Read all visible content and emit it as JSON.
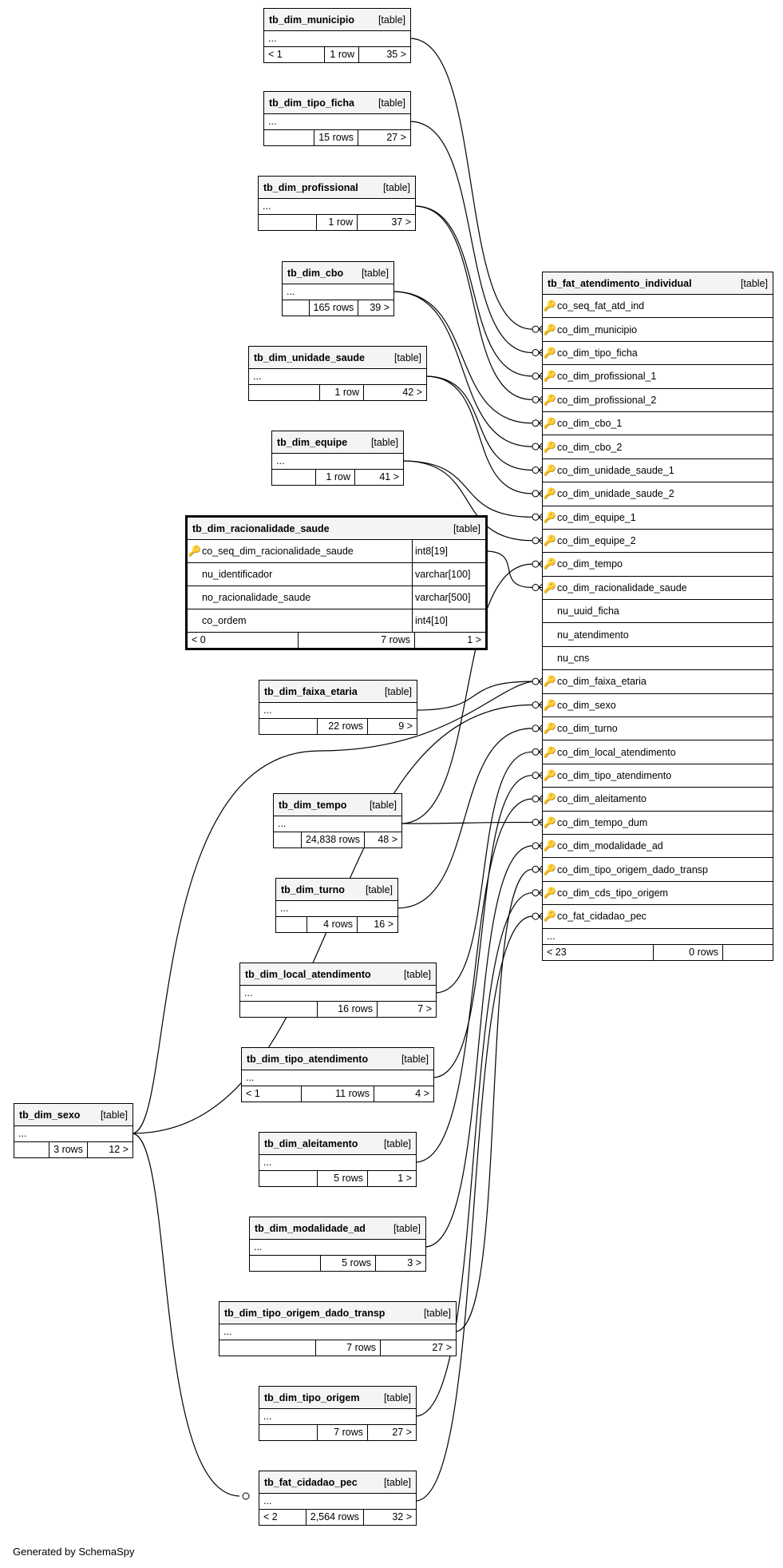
{
  "tables": [
    {
      "id": "municipio",
      "name": "tb_dim_municipio",
      "kind": "[table]",
      "dots": "...",
      "parents": "< 1",
      "rows": "1 row",
      "children": "35 >"
    },
    {
      "id": "tipo_ficha",
      "name": "tb_dim_tipo_ficha",
      "kind": "[table]",
      "dots": "...",
      "parents": "",
      "rows": "15 rows",
      "children": "27 >"
    },
    {
      "id": "profissional",
      "name": "tb_dim_profissional",
      "kind": "[table]",
      "dots": "...",
      "parents": "",
      "rows": "1 row",
      "children": "37 >"
    },
    {
      "id": "cbo",
      "name": "tb_dim_cbo",
      "kind": "[table]",
      "dots": "...",
      "parents": "",
      "rows": "165 rows",
      "children": "39 >"
    },
    {
      "id": "unidade_saude",
      "name": "tb_dim_unidade_saude",
      "kind": "[table]",
      "dots": "...",
      "parents": "",
      "rows": "1 row",
      "children": "42 >"
    },
    {
      "id": "equipe",
      "name": "tb_dim_equipe",
      "kind": "[table]",
      "dots": "...",
      "parents": "",
      "rows": "1 row",
      "children": "41 >"
    },
    {
      "id": "faixa_etaria",
      "name": "tb_dim_faixa_etaria",
      "kind": "[table]",
      "dots": "...",
      "parents": "",
      "rows": "22 rows",
      "children": "9 >"
    },
    {
      "id": "tempo",
      "name": "tb_dim_tempo",
      "kind": "[table]",
      "dots": "...",
      "parents": "",
      "rows": "24,838 rows",
      "children": "48 >"
    },
    {
      "id": "turno",
      "name": "tb_dim_turno",
      "kind": "[table]",
      "dots": "...",
      "parents": "",
      "rows": "4 rows",
      "children": "16 >"
    },
    {
      "id": "local_atendimento",
      "name": "tb_dim_local_atendimento",
      "kind": "[table]",
      "dots": "...",
      "parents": "",
      "rows": "16 rows",
      "children": "7 >"
    },
    {
      "id": "tipo_atendimento",
      "name": "tb_dim_tipo_atendimento",
      "kind": "[table]",
      "dots": "...",
      "parents": "< 1",
      "rows": "11 rows",
      "children": "4 >"
    },
    {
      "id": "aleitamento",
      "name": "tb_dim_aleitamento",
      "kind": "[table]",
      "dots": "...",
      "parents": "",
      "rows": "5 rows",
      "children": "1 >"
    },
    {
      "id": "modalidade_ad",
      "name": "tb_dim_modalidade_ad",
      "kind": "[table]",
      "dots": "...",
      "parents": "",
      "rows": "5 rows",
      "children": "3 >"
    },
    {
      "id": "tipo_origem_dado_transp",
      "name": "tb_dim_tipo_origem_dado_transp",
      "kind": "[table]",
      "dots": "...",
      "parents": "",
      "rows": "7 rows",
      "children": "27 >"
    },
    {
      "id": "tipo_origem",
      "name": "tb_dim_tipo_origem",
      "kind": "[table]",
      "dots": "...",
      "parents": "",
      "rows": "7 rows",
      "children": "27 >"
    },
    {
      "id": "cidadao_pec",
      "name": "tb_fat_cidadao_pec",
      "kind": "[table]",
      "dots": "...",
      "parents": "< 2",
      "rows": "2,564 rows",
      "children": "32 >"
    },
    {
      "id": "sexo",
      "name": "tb_dim_sexo",
      "kind": "[table]",
      "dots": "...",
      "parents": "",
      "rows": "3 rows",
      "children": "12 >"
    }
  ],
  "focus_table": {
    "name": "tb_dim_racionalidade_saude",
    "kind": "[table]",
    "columns": [
      {
        "key": "pk",
        "name": "co_seq_dim_racionalidade_saude",
        "type": "int8[19]"
      },
      {
        "key": "",
        "name": "nu_identificador",
        "type": "varchar[100]"
      },
      {
        "key": "",
        "name": "no_racionalidade_saude",
        "type": "varchar[500]"
      },
      {
        "key": "",
        "name": "co_ordem",
        "type": "int4[10]"
      }
    ],
    "parents": "< 0",
    "rows": "7 rows",
    "children": "1 >"
  },
  "fact_table": {
    "name": "tb_fat_atendimento_individual",
    "kind": "[table]",
    "columns": [
      {
        "key": "pk",
        "name": "co_seq_fat_atd_ind"
      },
      {
        "key": "fk",
        "name": "co_dim_municipio"
      },
      {
        "key": "fk",
        "name": "co_dim_tipo_ficha"
      },
      {
        "key": "fk",
        "name": "co_dim_profissional_1"
      },
      {
        "key": "fk",
        "name": "co_dim_profissional_2"
      },
      {
        "key": "fk",
        "name": "co_dim_cbo_1"
      },
      {
        "key": "fk",
        "name": "co_dim_cbo_2"
      },
      {
        "key": "fk",
        "name": "co_dim_unidade_saude_1"
      },
      {
        "key": "fk",
        "name": "co_dim_unidade_saude_2"
      },
      {
        "key": "fk",
        "name": "co_dim_equipe_1"
      },
      {
        "key": "fk",
        "name": "co_dim_equipe_2"
      },
      {
        "key": "fk",
        "name": "co_dim_tempo"
      },
      {
        "key": "fk",
        "name": "co_dim_racionalidade_saude"
      },
      {
        "key": "",
        "name": "nu_uuid_ficha"
      },
      {
        "key": "",
        "name": "nu_atendimento"
      },
      {
        "key": "",
        "name": "nu_cns"
      },
      {
        "key": "fk",
        "name": "co_dim_faixa_etaria"
      },
      {
        "key": "fk",
        "name": "co_dim_sexo"
      },
      {
        "key": "fk",
        "name": "co_dim_turno"
      },
      {
        "key": "fk",
        "name": "co_dim_local_atendimento"
      },
      {
        "key": "fk",
        "name": "co_dim_tipo_atendimento"
      },
      {
        "key": "fk",
        "name": "co_dim_aleitamento"
      },
      {
        "key": "fk",
        "name": "co_dim_tempo_dum"
      },
      {
        "key": "fk",
        "name": "co_dim_modalidade_ad"
      },
      {
        "key": "fk",
        "name": "co_dim_tipo_origem_dado_transp"
      },
      {
        "key": "fk",
        "name": "co_dim_cds_tipo_origem"
      },
      {
        "key": "fk",
        "name": "co_fat_cidadao_pec"
      }
    ],
    "dots": "...",
    "parents": "< 23",
    "rows": "0 rows",
    "children": ""
  },
  "footer": "Generated by SchemaSpy"
}
